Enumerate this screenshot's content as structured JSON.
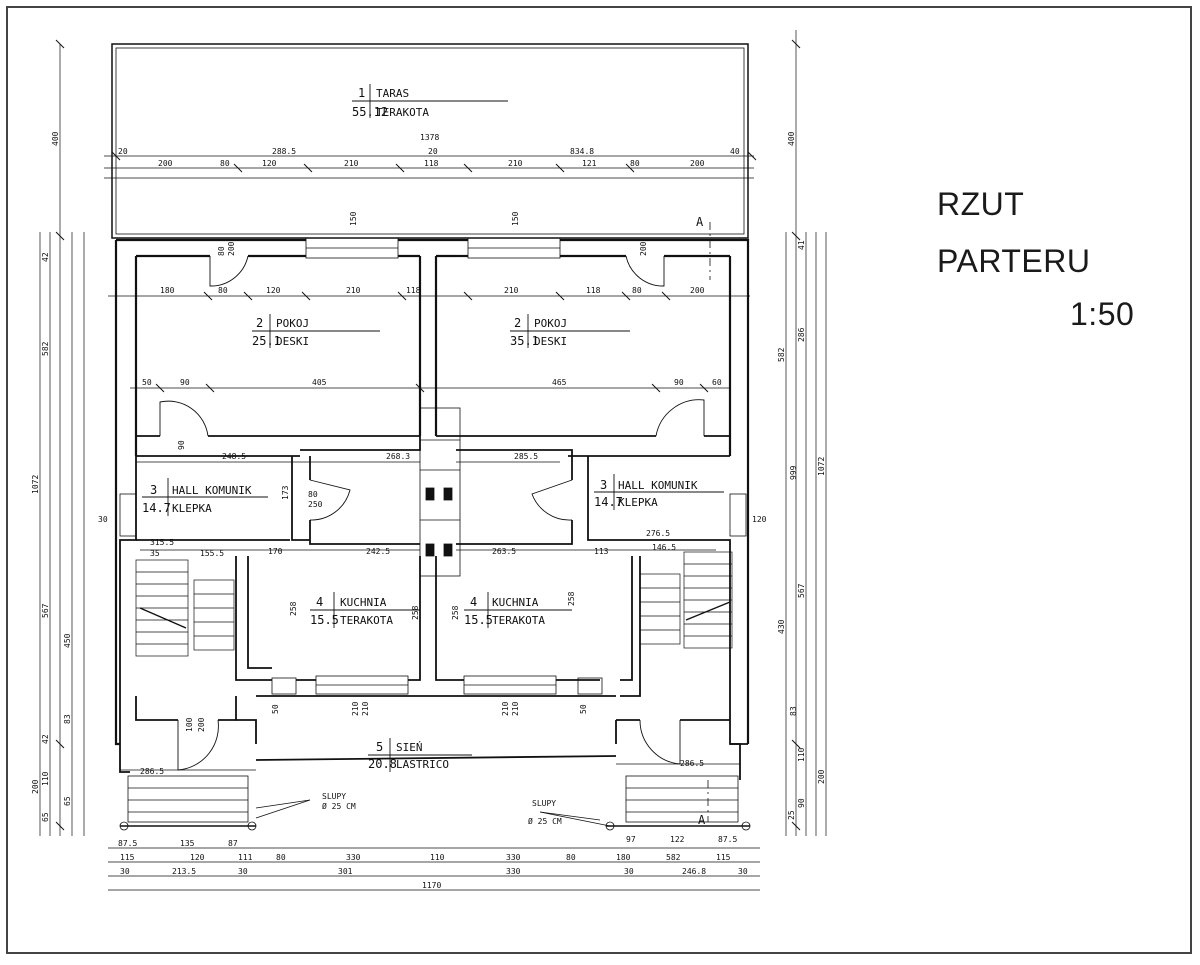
{
  "title": {
    "line1": "RZUT",
    "line2": "PARTERU",
    "scale": "1:50"
  },
  "rooms": [
    {
      "id": "taras",
      "num": "1",
      "name": "TARAS",
      "area": "55.12",
      "finish": "TERAKOTA"
    },
    {
      "id": "pokoj-l",
      "num": "2",
      "name": "POKOJ",
      "area": "25.1",
      "finish": "DESKI"
    },
    {
      "id": "pokoj-r",
      "num": "2",
      "name": "POKOJ",
      "area": "35.1",
      "finish": "DESKI"
    },
    {
      "id": "hall-l",
      "num": "3",
      "name": "HALL KOMUNIK",
      "area": "14.7",
      "finish": "KLEPKA"
    },
    {
      "id": "hall-r",
      "num": "3",
      "name": "HALL KOMUNIK",
      "area": "14.7",
      "finish": "KLEPKA"
    },
    {
      "id": "kuchnia-l",
      "num": "4",
      "name": "KUCHNIA",
      "area": "15.5",
      "finish": "TERAKOTA"
    },
    {
      "id": "kuchnia-r",
      "num": "4",
      "name": "KUCHNIA",
      "area": "15.5",
      "finish": "TERAKOTA"
    },
    {
      "id": "sien",
      "num": "5",
      "name": "SIEŃ",
      "area": "20.8",
      "finish": "LASTRICO"
    }
  ],
  "section_marks": [
    "A",
    "A"
  ],
  "columns_note": {
    "label": "SLUPY",
    "size": "Ø 25 CM"
  },
  "dims": {
    "terrace_total": "1378",
    "terrace_row1": [
      "20",
      "288.5",
      "20",
      "834.8",
      "40"
    ],
    "terrace_row2": [
      "200",
      "80",
      "120",
      "210",
      "118",
      "210",
      "121",
      "80",
      "200"
    ],
    "room_row": [
      "180",
      "80",
      "120",
      "210",
      "118",
      "210",
      "118",
      "80",
      "200"
    ],
    "mid_row": [
      "50",
      "90",
      "405",
      "465",
      "90",
      "60"
    ],
    "hall_row_l": [
      "248.5",
      "268.3"
    ],
    "hall_row_r": [
      "285.5"
    ],
    "kitchen_row": [
      "170",
      "242.5",
      "263.5",
      "113",
      "146.5"
    ],
    "stair_l": [
      "315.5",
      "35",
      "155.5"
    ],
    "stair_r": [
      "276.5"
    ],
    "kitchen_h": [
      "258",
      "258",
      "258",
      "258"
    ],
    "windows": [
      "150",
      "150",
      "210",
      "210",
      "210",
      "210",
      "50",
      "50"
    ],
    "doors": [
      "90",
      "200",
      "80",
      "200",
      "100",
      "200"
    ],
    "sien_row": [
      "286.5",
      "286.5"
    ],
    "bottom_row1": [
      "87.5",
      "135",
      "87",
      "97",
      "122",
      "87.5"
    ],
    "bottom_row2": [
      "115",
      "120",
      "111",
      "80",
      "330",
      "110",
      "330",
      "80",
      "180",
      "582",
      "115"
    ],
    "bottom_row3": [
      "30",
      "213.5",
      "30",
      "301",
      "330",
      "30",
      "246.8",
      "30"
    ],
    "bottom_total": "1170",
    "left_outer": [
      "400",
      "42",
      "582",
      "1072",
      "567",
      "450",
      "83",
      "42",
      "110",
      "200",
      "65",
      "65"
    ],
    "right_outer": [
      "400",
      "41",
      "286",
      "582",
      "999",
      "1072",
      "567",
      "430",
      "83",
      "110",
      "200",
      "90",
      "25"
    ],
    "small_misc": [
      "80",
      "250",
      "173",
      "30",
      "120"
    ]
  }
}
